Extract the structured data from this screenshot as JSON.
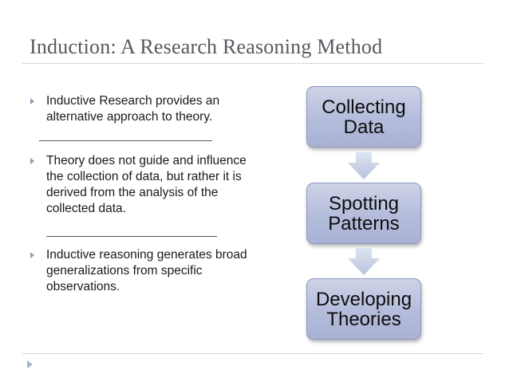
{
  "slide": {
    "title": "Induction: A Research Reasoning Method"
  },
  "bullets": [
    {
      "text": "Inductive Research provides an alternative approach to theory."
    },
    {
      "text": "Theory does not guide and influence the collection of data, but rather it is derived from the analysis of the collected data."
    },
    {
      "text": "Inductive reasoning generates broad generalizations from specific observations."
    }
  ],
  "flow": {
    "steps": [
      {
        "label": "Collecting Data"
      },
      {
        "label": "Spotting Patterns"
      },
      {
        "label": "Developing Theories"
      }
    ]
  },
  "colors": {
    "box_fill": "#b4bcdb",
    "box_border": "#8e98bd",
    "arrow_fill": "#c9d2e6",
    "bullet_marker": "#8a9eb8",
    "title_text": "#555a60"
  },
  "icons": {
    "bullet": "triangle-right-icon",
    "flow_arrow": "down-arrow-icon",
    "footer": "nav-triangle-icon"
  }
}
